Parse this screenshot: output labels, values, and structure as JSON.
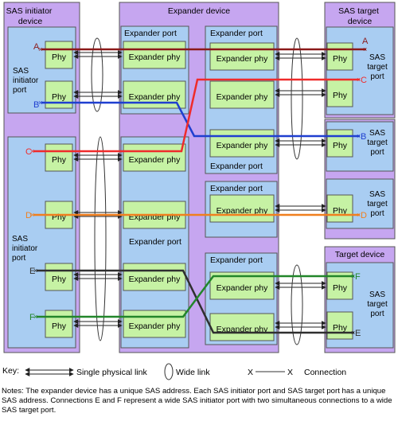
{
  "titles": {
    "initiator_device": [
      "SAS initiator",
      "device"
    ],
    "expander_device": "Expander device",
    "target_device_top": [
      "SAS target",
      "device"
    ],
    "target_device_bottom": "Target device"
  },
  "labels": {
    "initiator_port": [
      "SAS",
      "initiator",
      "port"
    ],
    "target_port": [
      "SAS",
      "target",
      "port"
    ],
    "expander_port": "Expander port",
    "expander_phy": "Expander phy",
    "phy": "Phy"
  },
  "connections": [
    {
      "id": "A",
      "color": "#8b1a1a"
    },
    {
      "id": "B",
      "color": "#1f3fd0"
    },
    {
      "id": "C",
      "color": "#ef2b2b"
    },
    {
      "id": "D",
      "color": "#f07f1e"
    },
    {
      "id": "E",
      "color": "#2f2f2f"
    },
    {
      "id": "F",
      "color": "#22862a"
    }
  ],
  "key": {
    "title": "Key:",
    "single_link": "Single physical link",
    "wide_link": "Wide link",
    "connection_symbol": "X",
    "connection": "Connection"
  },
  "notes": "Notes: The expander device has a unique SAS address. Each SAS initiator port and SAS target port has a unique SAS address. Connections E and F represent a wide SAS initiator port with two simultaneous connections to a wide SAS target port.",
  "colors": {
    "device": "#c6a6f0",
    "port": "#a9cdf2",
    "phy": "#c6f2a4",
    "border": "#555555"
  }
}
